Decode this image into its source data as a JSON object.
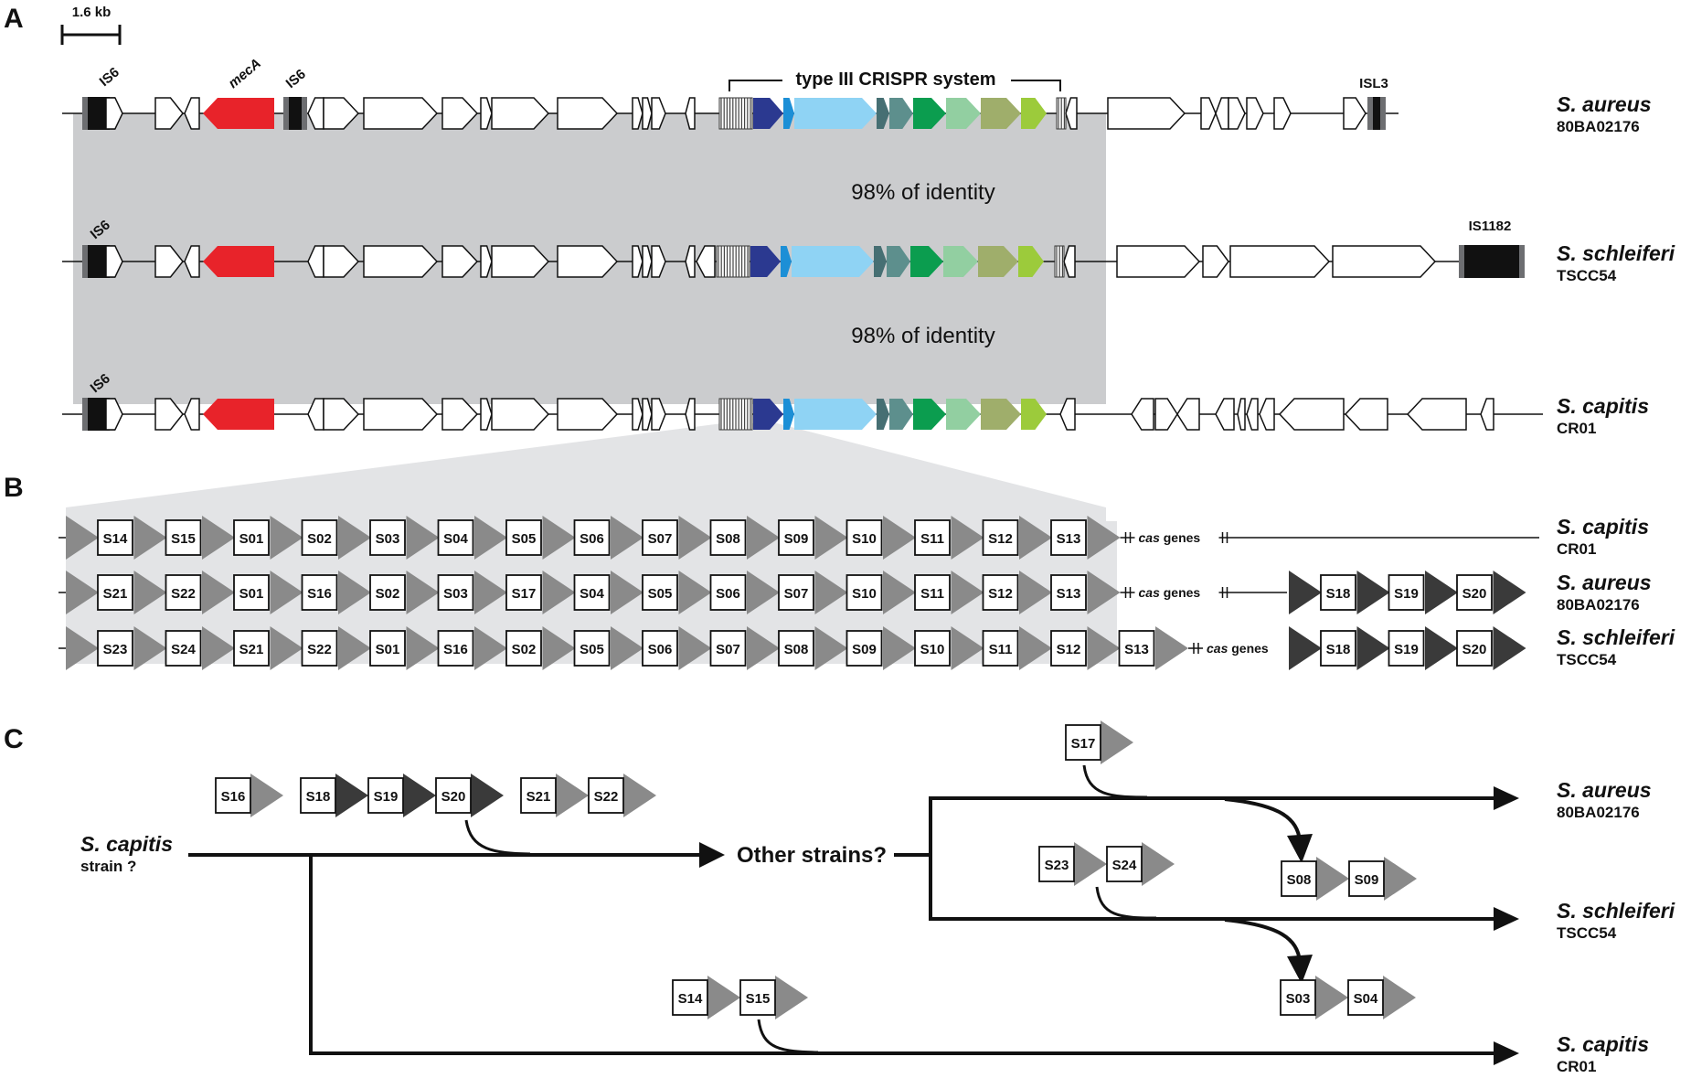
{
  "panels": {
    "a": "A",
    "b": "B",
    "c": "C"
  },
  "scale_label": "1.6 kb",
  "crispr_label": "type III CRISPR system",
  "identity_labels": [
    "98% of identity",
    "98% of identity"
  ],
  "gene_labels": {
    "is6": "IS6",
    "meca": "mecA",
    "isl3": "ISL3",
    "is1182": "IS1182"
  },
  "cas_label": {
    "italic": "cas",
    "rest": " genes"
  },
  "strains": {
    "aureus": {
      "species": "S. aureus",
      "strain": "80BA02176"
    },
    "schleiferi": {
      "species": "S. schleiferi",
      "strain": "TSCC54"
    },
    "capitis": {
      "species": "S. capitis",
      "strain": "CR01"
    }
  },
  "panel_b_arrays": [
    {
      "strain_key": "capitis",
      "spacers": [
        "S14",
        "S15",
        "S01",
        "S02",
        "S03",
        "S04",
        "S05",
        "S06",
        "S07",
        "S08",
        "S09",
        "S10",
        "S11",
        "S12",
        "S13"
      ],
      "extra": []
    },
    {
      "strain_key": "aureus",
      "spacers": [
        "S21",
        "S22",
        "S01",
        "S16",
        "S02",
        "S03",
        "S17",
        "S04",
        "S05",
        "S06",
        "S07",
        "S10",
        "S11",
        "S12",
        "S13"
      ],
      "extra": [
        "S18",
        "S19",
        "S20"
      ]
    },
    {
      "strain_key": "schleiferi",
      "spacers": [
        "S23",
        "S24",
        "S21",
        "S22",
        "S01",
        "S16",
        "S02",
        "S05",
        "S06",
        "S07",
        "S08",
        "S09",
        "S10",
        "S11",
        "S12",
        "S13"
      ],
      "extra": [
        "S18",
        "S19",
        "S20"
      ]
    }
  ],
  "panel_c": {
    "ancestor": {
      "species": "S. capitis",
      "strain": "strain ?"
    },
    "other_strains": "Other strains?",
    "ancestral_acquired": [
      "S16",
      "S18",
      "S19",
      "S20",
      "S21",
      "S22"
    ],
    "aureus_gain": [
      "S17"
    ],
    "aureus_loss": [
      "S08",
      "S09"
    ],
    "schleiferi_gain": [
      "S23",
      "S24"
    ],
    "schleiferi_loss": [
      "S03",
      "S04"
    ],
    "capitis_gain": [
      "S14",
      "S15"
    ]
  },
  "colors": {
    "mecA": "#e8232a",
    "is_element": "#111111",
    "is_flank": "#6d6e71",
    "shading": "#cbccce",
    "crispr_genes": [
      "#2b3990",
      "#1c8fd6",
      "#8fd3f4",
      "#466f73",
      "#5d8f8d",
      "#0b9d4f",
      "#92cfa1",
      "#9fae6b",
      "#9ccb3b"
    ],
    "repeat_grey": "#8a8a8a",
    "repeat_dark": "#3a3a3a"
  }
}
